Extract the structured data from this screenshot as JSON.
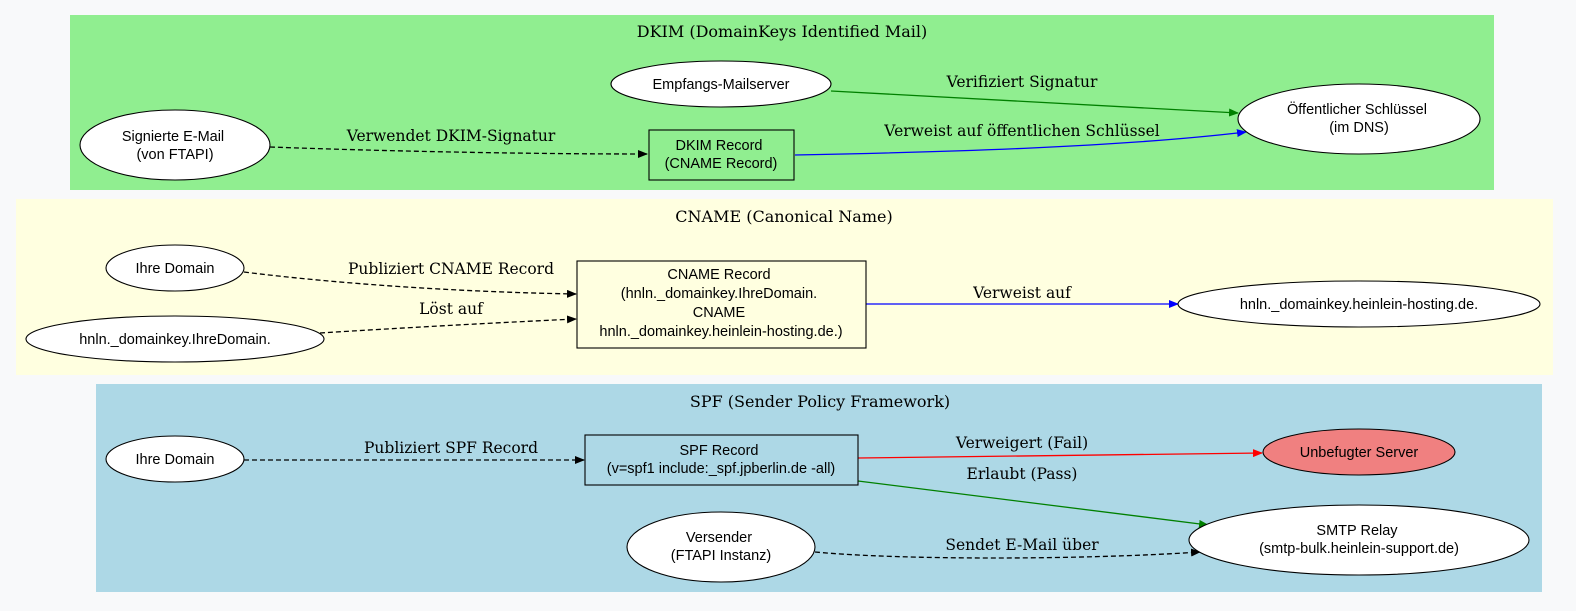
{
  "clusters": {
    "dkim": {
      "title": "DKIM (DomainKeys Identified Mail)",
      "color": "#90ee90"
    },
    "cname": {
      "title": "CNAME (Canonical Name)",
      "color": "#ffffe0"
    },
    "spf": {
      "title": "SPF (Sender Policy Framework)",
      "color": "#add8e6"
    }
  },
  "nodes": {
    "empfangs": {
      "lines": [
        "Empfangs-Mailserver"
      ]
    },
    "signierte": {
      "lines": [
        "Signierte E-Mail",
        "(von FTAPI)"
      ]
    },
    "dkim_record": {
      "lines": [
        "DKIM Record",
        "(CNAME Record)"
      ]
    },
    "oeffentlich": {
      "lines": [
        "Öffentlicher Schlüssel",
        "(im DNS)"
      ]
    },
    "ihre_domain_cname": {
      "lines": [
        "Ihre Domain"
      ]
    },
    "hnln_ihre": {
      "lines": [
        "hnln._domainkey.IhreDomain."
      ]
    },
    "cname_record": {
      "lines": [
        "CNAME Record",
        "(hnln._domainkey.IhreDomain.",
        "CNAME",
        "hnln._domainkey.heinlein-hosting.de.)"
      ]
    },
    "hnln_heinlein": {
      "lines": [
        "hnln._domainkey.heinlein-hosting.de."
      ]
    },
    "ihre_domain_spf": {
      "lines": [
        "Ihre Domain"
      ]
    },
    "spf_record": {
      "lines": [
        "SPF Record",
        "(v=spf1 include:_spf.jpberlin.de -all)"
      ]
    },
    "unbefugter": {
      "lines": [
        "Unbefugter Server"
      ],
      "fill": "#f08080"
    },
    "versender": {
      "lines": [
        "Versender",
        "(FTAPI Instanz)"
      ]
    },
    "smtp_relay": {
      "lines": [
        "SMTP Relay",
        "(smtp-bulk.heinlein-support.de)"
      ]
    }
  },
  "edges": {
    "verifiziert": {
      "label": "Verifiziert Signatur",
      "color": "#008000"
    },
    "verwendet": {
      "label": "Verwendet DKIM-Signatur",
      "color": "#000000"
    },
    "verweist_oeffentlich": {
      "label": "Verweist auf öffentlichen Schlüssel",
      "color": "#0000ff"
    },
    "publiziert_cname": {
      "label": "Publiziert CNAME Record",
      "color": "#000000"
    },
    "loest_auf": {
      "label": "Löst auf",
      "color": "#000000"
    },
    "verweist_auf": {
      "label": "Verweist auf",
      "color": "#0000ff"
    },
    "publiziert_spf": {
      "label": "Publiziert SPF Record",
      "color": "#000000"
    },
    "verweigert": {
      "label": "Verweigert (Fail)",
      "color": "#ff0000"
    },
    "erlaubt": {
      "label": "Erlaubt (Pass)",
      "color": "#008000"
    },
    "sendet": {
      "label": "Sendet E-Mail über",
      "color": "#000000"
    }
  }
}
